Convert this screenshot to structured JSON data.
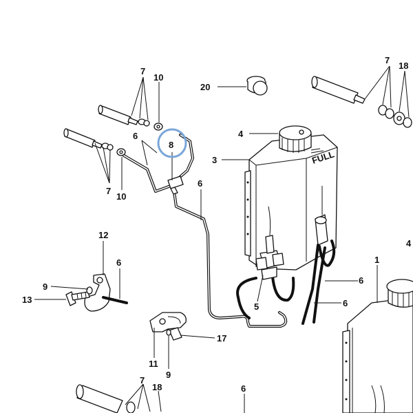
{
  "diagram": {
    "labels": {
      "p1": "1",
      "p3": "3",
      "p4_a": "4",
      "p4_b": "4",
      "p5": "5",
      "p6_a": "6",
      "p6_b": "6",
      "p6_c": "6",
      "p6_d": "6",
      "p6_e": "6",
      "p6_f": "6",
      "p7_a": "7",
      "p7_b": "7",
      "p7_c": "7",
      "p7_d": "7",
      "p8": "8",
      "p9_a": "9",
      "p9_b": "9",
      "p10_a": "10",
      "p10_b": "10",
      "p11": "11",
      "p12": "12",
      "p13": "13",
      "p17": "17",
      "p18_a": "18",
      "p18_b": "18",
      "p20": "20"
    },
    "reservoir_text": "FULL",
    "highlight_color": "#7aa6d8",
    "highlighted_part": "8"
  }
}
